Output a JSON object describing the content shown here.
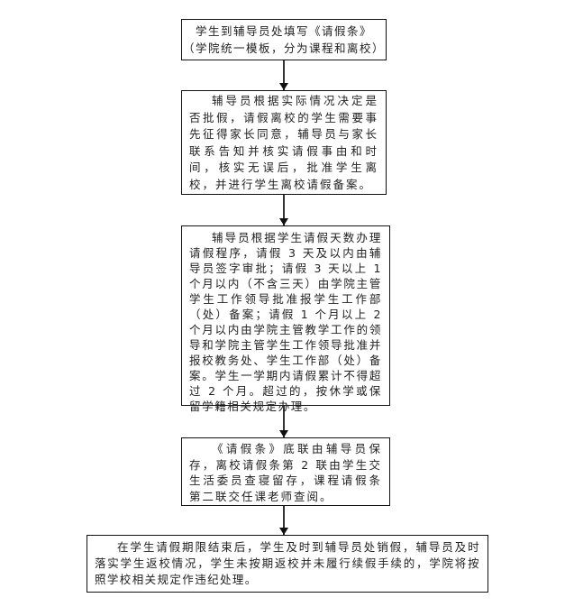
{
  "steps": [
    {
      "lines": [
        "学生到辅导员处填写《请假条》",
        "（学院统一模板，分为课程和离校）"
      ]
    },
    {
      "text": "辅导员根据实际情况决定是否批假，请假离校的学生需要事先征得家长同意，辅导员与家长联系告知并核实请假事由和时间，核实无误后，批准学生离校，并进行学生离校请假备案。"
    },
    {
      "text": "辅导员根据学生请假天数办理请假程序，请假 3 天及以内由辅导员签字审批；请假 3 天以上 1 个月以内（不含三天）由学院主管学生工作领导批准报学生工作部（处）备案；请假 1 个月以上 2 个月以内由学院主管教学工作的领导和学院主管学生工作领导批准并报校教务处、学生工作部（处）备案。学生一学期内请假累计不得超过 2 个月。超过的，按休学或保留学籍相关规定办理。"
    },
    {
      "text": "《请假条》底联由辅导员保存，离校请假条第 2 联由学生交生活委员查寝留存，课程请假条第二联交任课老师查阅。"
    },
    {
      "text": "在学生请假期限结束后，学生及时到辅导员处销假，辅导员及时落实学生返校情况，学生未按期返校并未履行续假手续的，学院将按照学校相关规定作违纪处理。"
    }
  ]
}
